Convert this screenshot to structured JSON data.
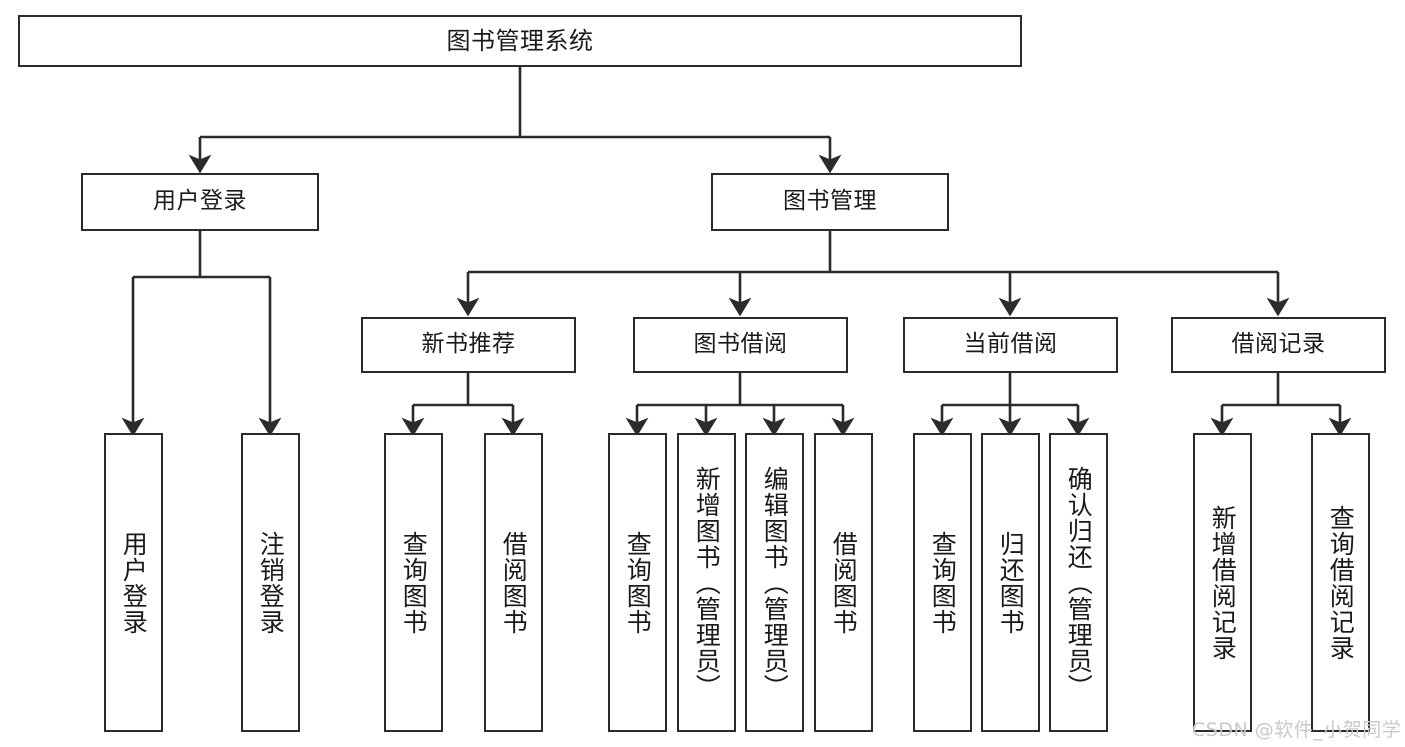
{
  "diagram": {
    "title": "图书管理系统",
    "type": "tree-hierarchy-chart",
    "watermark": "CSDN @软件_小贺同学",
    "colors": {
      "box_border": "#2b2b2b",
      "box_fill": "#ffffff",
      "edge": "#2b2b2b",
      "text": "#1a1a1a",
      "watermark": "#c9c9c9",
      "background": "#ffffff"
    },
    "levels": {
      "root": {
        "label": "图书管理系统"
      },
      "level2": [
        {
          "id": "user-login",
          "label": "用户登录"
        },
        {
          "id": "book-manage",
          "label": "图书管理"
        }
      ],
      "level3": [
        {
          "id": "new-book-recommend",
          "label": "新书推荐",
          "parent": "book-manage"
        },
        {
          "id": "book-borrow",
          "label": "图书借阅",
          "parent": "book-manage"
        },
        {
          "id": "current-borrow",
          "label": "当前借阅",
          "parent": "book-manage"
        },
        {
          "id": "borrow-record",
          "label": "借阅记录",
          "parent": "book-manage"
        }
      ],
      "leaves": [
        {
          "id": "leaf-user-login",
          "label": "用户登录",
          "parent": "user-login"
        },
        {
          "id": "leaf-logout-login",
          "label": "注销登录",
          "parent": "user-login"
        },
        {
          "id": "leaf-query-book-1",
          "label": "查询图书",
          "parent": "new-book-recommend"
        },
        {
          "id": "leaf-borrow-book-1",
          "label": "借阅图书",
          "parent": "new-book-recommend"
        },
        {
          "id": "leaf-query-book-2",
          "label": "查询图书",
          "parent": "book-borrow"
        },
        {
          "id": "leaf-add-book",
          "label": "新增图书（管理员）",
          "parent": "book-borrow"
        },
        {
          "id": "leaf-edit-book",
          "label": "编辑图书（管理员）",
          "parent": "book-borrow"
        },
        {
          "id": "leaf-borrow-book-2",
          "label": "借阅图书",
          "parent": "book-borrow"
        },
        {
          "id": "leaf-query-book-3",
          "label": "查询图书",
          "parent": "current-borrow"
        },
        {
          "id": "leaf-return-book",
          "label": "归还图书",
          "parent": "current-borrow"
        },
        {
          "id": "leaf-confirm-return",
          "label": "确认归还（管理员）",
          "parent": "current-borrow"
        },
        {
          "id": "leaf-add-record",
          "label": "新增借阅记录",
          "parent": "borrow-record"
        },
        {
          "id": "leaf-query-record",
          "label": "查询借阅记录",
          "parent": "borrow-record"
        }
      ]
    }
  }
}
